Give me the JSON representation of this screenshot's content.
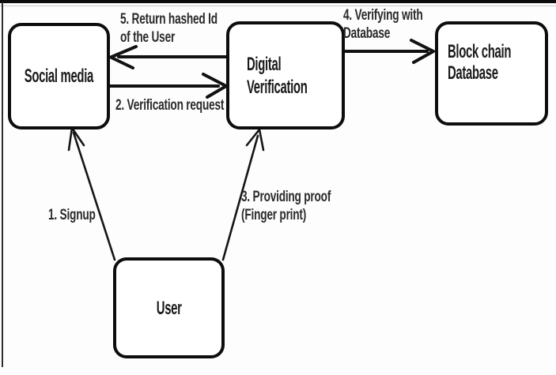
{
  "diagram": {
    "colors": {
      "ink": "#111111",
      "node_text": "#1b1b1b",
      "edge_text": "#2a2a2a",
      "background": "#ffffff",
      "frame": "#0b0b0b"
    },
    "nodes": {
      "social_media": {
        "label": "Social media"
      },
      "digital_verification": {
        "label_line1": "Digital",
        "label_line2": "Verification"
      },
      "blockchain_database": {
        "label_line1": "Block chain",
        "label_line2": "Database"
      },
      "user": {
        "label": "User"
      }
    },
    "edges": {
      "signup": {
        "label": "1. Signup",
        "from": "User",
        "to": "Social media"
      },
      "verification_request": {
        "label": "2. Verification request",
        "from": "Social media",
        "to": "Digital Verification"
      },
      "providing_proof": {
        "label_line1": "3. Providing proof",
        "label_line2": "(Finger print)",
        "from": "User",
        "to": "Digital Verification"
      },
      "verifying_with_database": {
        "label_line1": "4. Verifying with",
        "label_line2": "Database",
        "from": "Digital Verification",
        "to": "Block chain Database"
      },
      "return_hashed_id": {
        "label_line1": "5. Return hashed Id",
        "label_line2": "of the User",
        "from": "Digital Verification",
        "to": "Social media"
      }
    }
  }
}
